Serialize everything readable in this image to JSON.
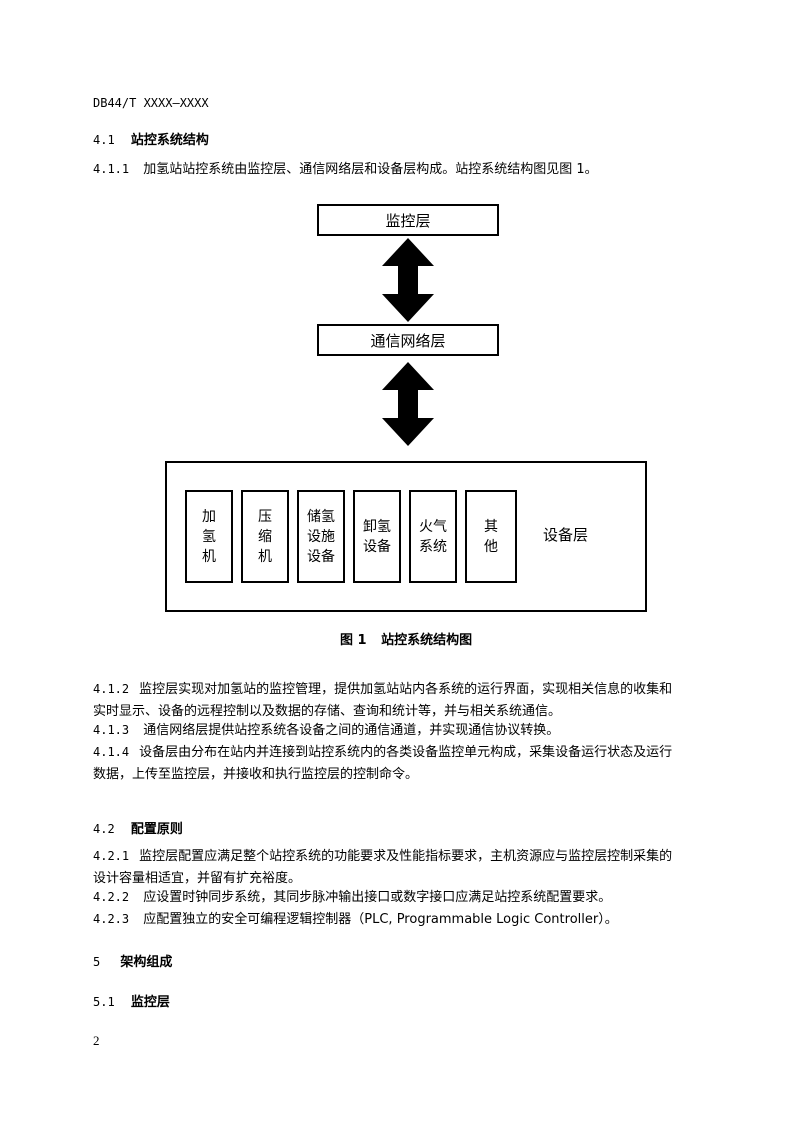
{
  "header": {
    "doc_id": "DB44/T XXXX—XXXX"
  },
  "sec_4_1": {
    "num": "4.1",
    "title": "站控系统结构"
  },
  "p_4_1_1": {
    "num": "4.1.1",
    "text": "加氢站站控系统由监控层、通信网络层和设备层构成。站控系统结构图见图 1。"
  },
  "figure": {
    "top_box": "监控层",
    "mid_box": "通信网络层",
    "device_layer_label": "设备层",
    "devices": [
      "加\n氢\n机",
      "压\n缩\n机",
      "储氢\n设施\n设备",
      "卸氢\n设备",
      "火气\n系统",
      "其\n他"
    ],
    "caption_num": "图 1",
    "caption_title": "站控系统结构图"
  },
  "p_4_1_2": {
    "num": "4.1.2",
    "line1": "监控层实现对加氢站的监控管理，提供加氢站站内各系统的运行界面，实现相关信息的收集和",
    "line2": "实时显示、设备的远程控制以及数据的存储、查询和统计等，并与相关系统通信。"
  },
  "p_4_1_3": {
    "num": "4.1.3",
    "text": "通信网络层提供站控系统各设备之间的通信通道，并实现通信协议转换。"
  },
  "p_4_1_4": {
    "num": "4.1.4",
    "line1": "设备层由分布在站内并连接到站控系统内的各类设备监控单元构成，采集设备运行状态及运行",
    "line2": "数据，上传至监控层，并接收和执行监控层的控制命令。"
  },
  "sec_4_2": {
    "num": "4.2",
    "title": "配置原则"
  },
  "p_4_2_1": {
    "num": "4.2.1",
    "line1": "监控层配置应满足整个站控系统的功能要求及性能指标要求，主机资源应与监控层控制采集的",
    "line2": "设计容量相适宜，并留有扩充裕度。"
  },
  "p_4_2_2": {
    "num": "4.2.2",
    "text": "应设置时钟同步系统，其同步脉冲输出接口或数字接口应满足站控系统配置要求。"
  },
  "p_4_2_3": {
    "num": "4.2.3",
    "text": "应配置独立的安全可编程逻辑控制器（PLC, Programmable Logic Controller）。"
  },
  "sec_5": {
    "num": "5",
    "title": "架构组成"
  },
  "sec_5_1": {
    "num": "5.1",
    "title": "监控层"
  },
  "footer": {
    "page_number": "2"
  }
}
